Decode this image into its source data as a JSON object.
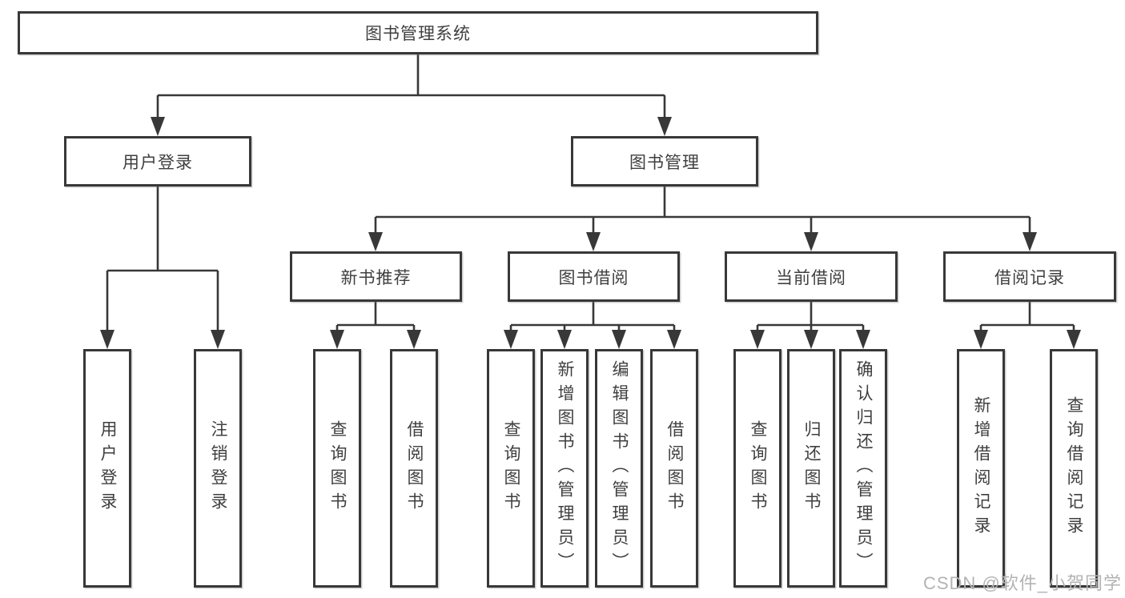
{
  "diagram": {
    "title": "图书管理系统",
    "root": {
      "label": "图书管理系统"
    },
    "level2": [
      {
        "label": "用户登录"
      },
      {
        "label": "图书管理"
      }
    ],
    "level3": [
      {
        "label": "新书推荐",
        "parent": "图书管理"
      },
      {
        "label": "图书借阅",
        "parent": "图书管理"
      },
      {
        "label": "当前借阅",
        "parent": "图书管理"
      },
      {
        "label": "借阅记录",
        "parent": "图书管理"
      }
    ],
    "leaves": [
      {
        "label": "用户登录",
        "parent": "用户登录"
      },
      {
        "label": "注销登录",
        "parent": "用户登录"
      },
      {
        "label": "查询图书",
        "parent": "新书推荐"
      },
      {
        "label": "借阅图书",
        "parent": "新书推荐"
      },
      {
        "label": "查询图书",
        "parent": "图书借阅"
      },
      {
        "label": "新增图书（管理员）",
        "parent": "图书借阅"
      },
      {
        "label": "编辑图书（管理员）",
        "parent": "图书借阅"
      },
      {
        "label": "借阅图书",
        "parent": "图书借阅"
      },
      {
        "label": "查询图书",
        "parent": "当前借阅"
      },
      {
        "label": "归还图书",
        "parent": "当前借阅"
      },
      {
        "label": "确认归还（管理员）",
        "parent": "当前借阅"
      },
      {
        "label": "新增借阅记录",
        "parent": "借阅记录"
      },
      {
        "label": "查询借阅记录",
        "parent": "借阅记录"
      }
    ],
    "colors": {
      "line": "#383838",
      "text": "#3f3f3f",
      "box_background": "#ffffff",
      "watermark": "#b3b3b3"
    }
  },
  "watermark": {
    "text": "CSDN @软件_小贺同学"
  }
}
